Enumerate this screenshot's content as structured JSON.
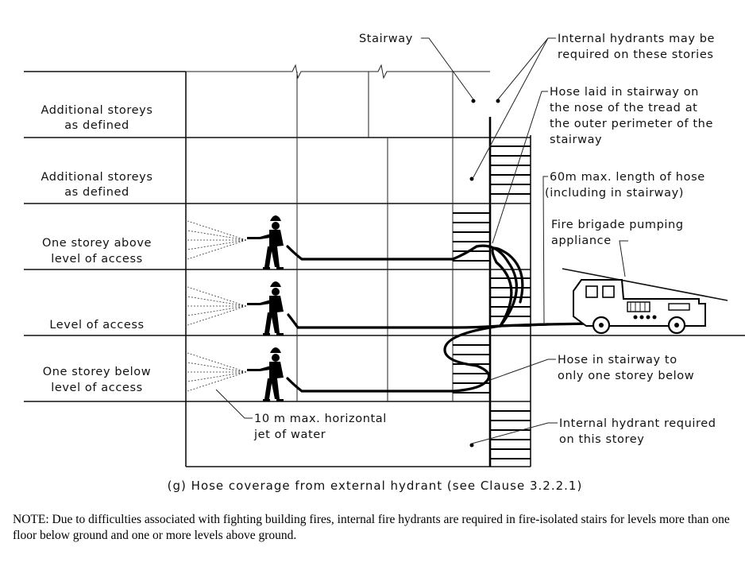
{
  "storeys": {
    "additional_top": [
      "Additional storeys",
      "as defined"
    ],
    "additional_2": [
      "Additional storeys",
      "as defined"
    ],
    "above": [
      "One storey above",
      "level of access"
    ],
    "access": "Level of access",
    "below": [
      "One storey below",
      "level of access"
    ]
  },
  "callouts": {
    "stairway": "Stairway",
    "internal_may": [
      "Internal hydrants may be",
      "required on these stories"
    ],
    "hose_laid": [
      "Hose laid in stairway on",
      "the nose of the tread at",
      "the outer perimeter of the",
      "stairway"
    ],
    "hose_length": [
      "60m max. length of hose",
      "(including in stairway)"
    ],
    "pumping": [
      "Fire brigade pumping",
      "appliance"
    ],
    "hose_below": [
      "Hose in stairway to",
      "only one storey below"
    ],
    "internal_req": [
      "Internal hydrant required",
      "on this storey"
    ],
    "jet": [
      "10 m max. horizontal",
      "jet of water"
    ]
  },
  "caption": "(g) Hose coverage from external hydrant (see Clause 3.2.2.1)",
  "note": "NOTE: Due to difficulties associated with fighting building fires, internal fire hydrants are required in fire-isolated stairs for levels more than one floor below ground and one or more levels above ground."
}
